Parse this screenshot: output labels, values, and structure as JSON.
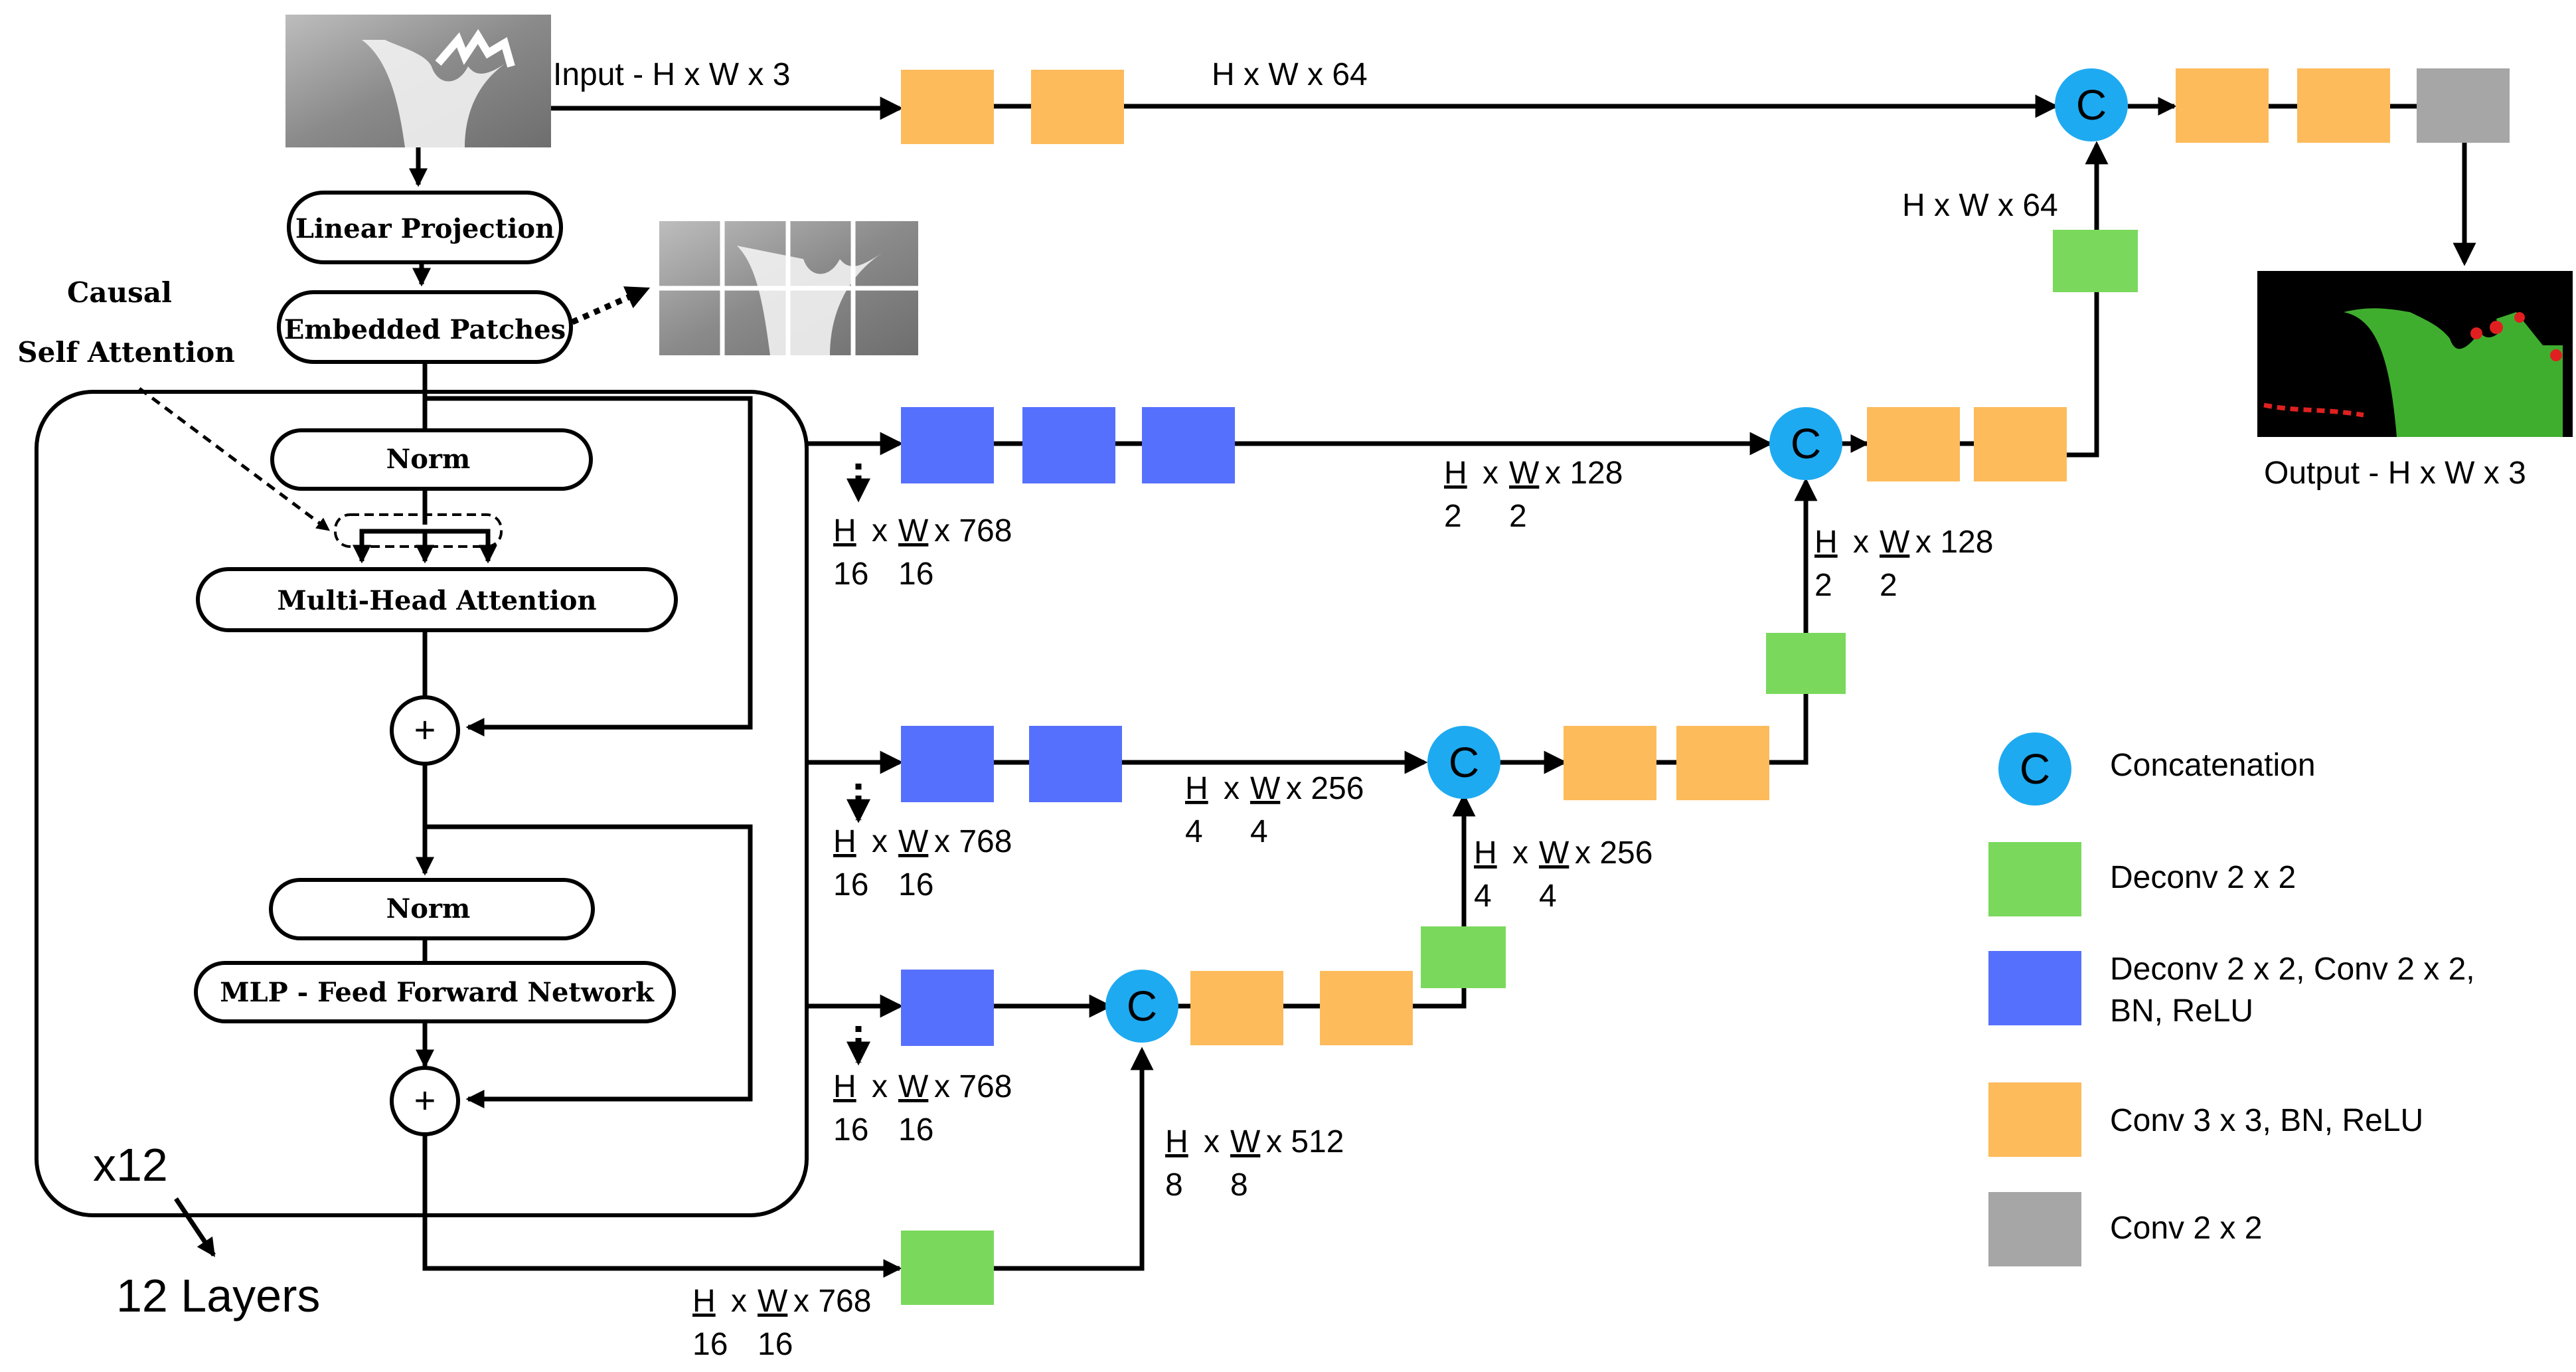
{
  "colors": {
    "conv": "#FDBB5C",
    "deconv_block": "#5670FE",
    "deconv": "#7AD95C",
    "conv_out": "#A6A6A6",
    "concat": "#1EAAF1"
  },
  "encoder": {
    "input_label": "Input - H x W x 3",
    "linear_projection": "Linear Projection",
    "embedded_patches": "Embedded Patches",
    "causal_line1": "Causal",
    "causal_line2": "Self Attention",
    "norm1": "Norm",
    "mha": "Multi-Head Attention",
    "norm2": "Norm",
    "mlp": "MLP - Feed Forward Network",
    "plus": "+",
    "repeat": "x12",
    "layers": "12 Layers"
  },
  "decoder": {
    "concat_letter": "C",
    "top_dim": "H x W x 64",
    "right_dim": "H x W x 64",
    "output_label": "Output - H x W x 3",
    "skip_dim": {
      "h": "H",
      "hd": "16",
      "x1": "x",
      "w": "W",
      "wd": "16",
      "rest": "x 768"
    },
    "dim_128a": {
      "h": "H",
      "hd": "2",
      "x1": "x",
      "w": "W",
      "wd": "2",
      "rest": "x 128"
    },
    "dim_128b": {
      "h": "H",
      "hd": "2",
      "x1": "x",
      "w": "W",
      "wd": "2",
      "rest": "x 128"
    },
    "dim_256a": {
      "h": "H",
      "hd": "4",
      "x1": "x",
      "w": "W",
      "wd": "4",
      "rest": "x 256"
    },
    "dim_256b": {
      "h": "H",
      "hd": "4",
      "x1": "x",
      "w": "W",
      "wd": "4",
      "rest": "x 256"
    },
    "dim_512": {
      "h": "H",
      "hd": "8",
      "x1": "x",
      "w": "W",
      "wd": "8",
      "rest": "x  512"
    }
  },
  "legend": [
    {
      "icon": "concat-circle-icon",
      "label": "Concatenation"
    },
    {
      "icon": "green-block-icon",
      "label": "Deconv 2 x 2"
    },
    {
      "icon": "blue-block-icon",
      "line1": "Deconv 2 x 2, Conv 2 x 2,",
      "line2": "BN, ReLU"
    },
    {
      "icon": "orange-block-icon",
      "label": "Conv 3 x 3, BN, ReLU"
    },
    {
      "icon": "gray-block-icon",
      "label": "Conv 2 x 2"
    }
  ]
}
